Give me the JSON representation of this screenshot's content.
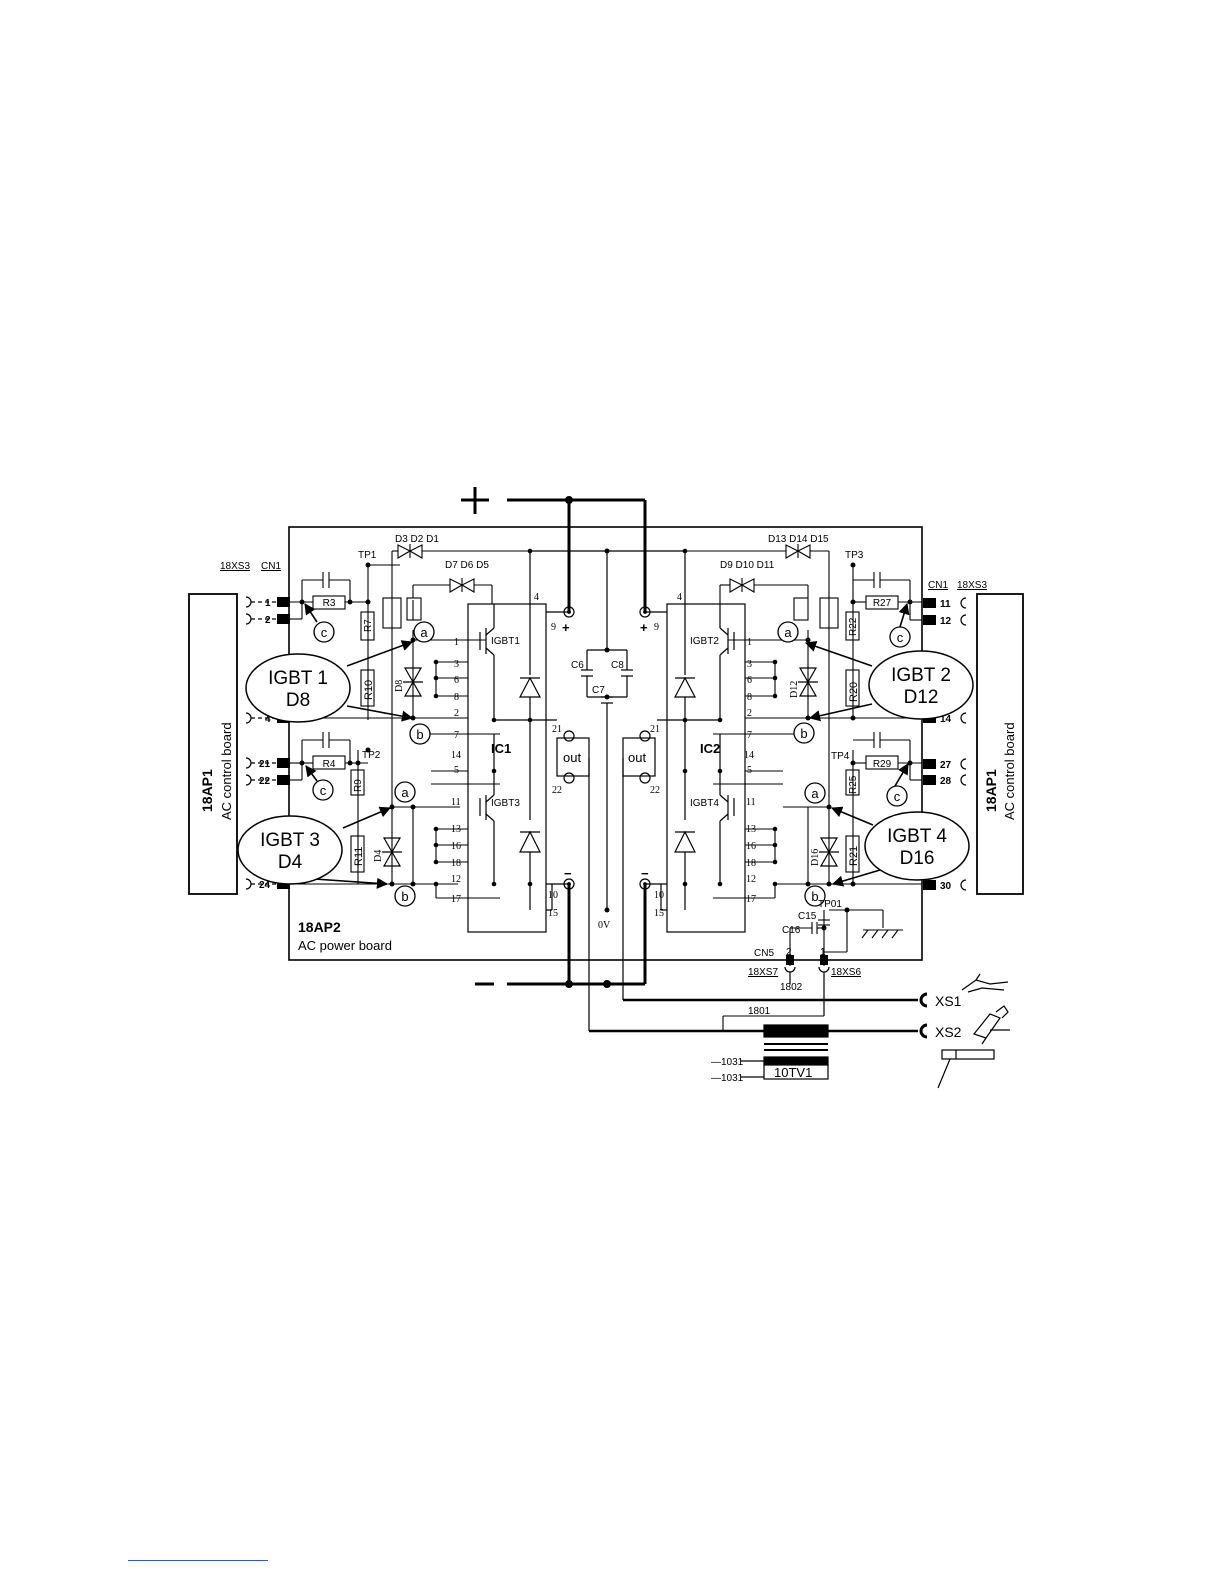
{
  "power": {
    "plus": "+",
    "minus": "−"
  },
  "boards": {
    "power_board_id": "18AP2",
    "power_board_name": "AC power board",
    "control_board_id": "18AP1",
    "control_board_name": "AC control board"
  },
  "connectors": {
    "left_xs": "18XS3",
    "cn1": "CN1",
    "right_xs": "18XS3",
    "cn5": "CN5",
    "xs7": "18XS7",
    "xs6": "18XS6"
  },
  "pins": {
    "left": [
      "1",
      "2",
      "4",
      "21",
      "22",
      "24"
    ],
    "right": [
      "11",
      "12",
      "14",
      "27",
      "28",
      "30"
    ]
  },
  "ic_pins": {
    "ic1_left": [
      "1",
      "3",
      "6",
      "8",
      "2",
      "7",
      "14",
      "5",
      "11",
      "13",
      "16",
      "18",
      "12",
      "17"
    ],
    "ic2_right": [
      "1",
      "3",
      "6",
      "8",
      "2",
      "7",
      "14",
      "5",
      "11",
      "13",
      "16",
      "18",
      "12",
      "17"
    ],
    "top": "4",
    "plus": "9",
    "out_hi": "21",
    "out_lo": "22",
    "minus": "10",
    "emitter": "15"
  },
  "ics": {
    "ic1": "IC1",
    "ic2": "IC2",
    "out": "out"
  },
  "transistors": {
    "t1": "IGBT1",
    "t2": "IGBT2",
    "t3": "IGBT3",
    "t4": "IGBT4"
  },
  "diode_groups": {
    "g1": "D3 D2 D1",
    "g2": "D7 D6 D5",
    "g3": "D13 D14 D15",
    "g4": "D9 D10 D11"
  },
  "test_points": {
    "tp1": "TP1",
    "tp2": "TP2",
    "tp3": "TP3",
    "tp4": "TP4",
    "tp01": "TP01"
  },
  "resistors": {
    "r3": "R3",
    "r4": "R4",
    "r7": "R7",
    "r9": "R9",
    "r10": "R10",
    "r11": "R11",
    "r20": "R20",
    "r21": "R21",
    "r22": "R22",
    "r25": "R25",
    "r27": "R27",
    "r29": "R29"
  },
  "zeners": {
    "d8": "D8",
    "d4": "D4",
    "d12": "D12",
    "d16": "D16"
  },
  "capacitors": {
    "c6": "C6",
    "c7": "C7",
    "c8": "C8",
    "c15": "C15",
    "c16": "C16"
  },
  "zero_volt": "0V",
  "callouts": {
    "a": "a",
    "b": "b",
    "c": "c",
    "igbt1": "IGBT 1",
    "d8": "D8",
    "igbt2": "IGBT 2",
    "d12": "D12",
    "igbt3": "IGBT 3",
    "d4": "D4",
    "igbt4": "IGBT 4",
    "d16": "D16"
  },
  "cn5_pins": {
    "p2": "2",
    "p1": "1"
  },
  "wires": {
    "w1802": "1802",
    "w1801": "1801",
    "w1031a": "—1031",
    "w1031b": "—1031"
  },
  "transformer": "10TV1",
  "outputs": {
    "xs1": "XS1",
    "xs2": "XS2"
  }
}
